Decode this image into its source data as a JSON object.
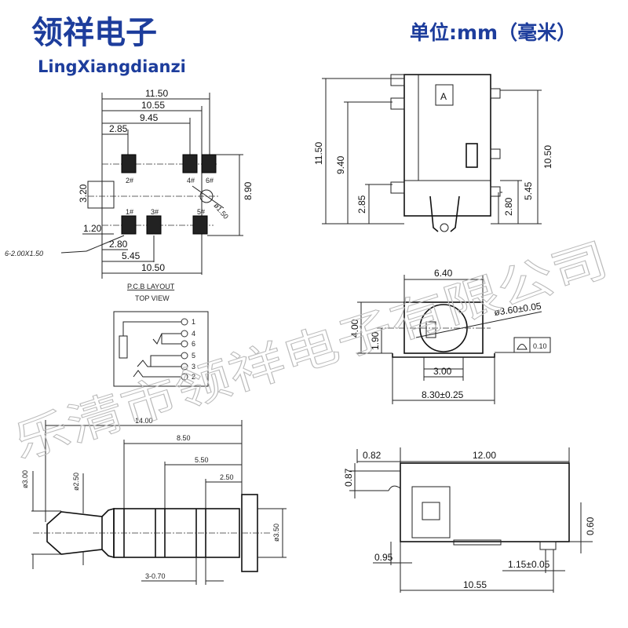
{
  "header": {
    "brand_cn": "领祥电子",
    "brand_en": "LingXiangdianzi",
    "unit": "单位:mm（毫米）"
  },
  "watermark": "乐清市领祥电子有限公司",
  "pcb_layout": {
    "dims": {
      "w1": "11.50",
      "w2": "10.55",
      "w3": "9.45",
      "w4": "2.85",
      "h1": "8.90",
      "h2": "3.20",
      "h3": "1.20",
      "b1": "2.80",
      "b2": "5.45",
      "b3": "10.50",
      "hole": "ø1.50",
      "pad_note": "6-2.00X1.50"
    },
    "pads": [
      "2#",
      "4#",
      "6#",
      "1#",
      "3#",
      "5#"
    ],
    "title": "P.C.B LAYOUT",
    "subtitle": "TOP VIEW"
  },
  "schematic": {
    "pins": [
      "1",
      "4",
      "6",
      "5",
      "3",
      "2"
    ]
  },
  "side_view": {
    "dims": {
      "h_total": "11.50",
      "h_940": "9.40",
      "h_285": "2.85",
      "h_1050": "10.50",
      "h_545": "5.45",
      "h_280": "2.80"
    },
    "marker": "A"
  },
  "front_view": {
    "dims": {
      "top": "6.40",
      "height": "4.00",
      "center": "1.90",
      "diameter": "ø3.60±0.05",
      "bottom_inner": "3.00",
      "bottom": "8.30±0.25",
      "flatness": "0.10"
    }
  },
  "plug": {
    "dims": {
      "len": "14.00",
      "l850": "8.50",
      "l550": "5.50",
      "l250": "2.50",
      "d300": "ø3.00",
      "d250": "ø2.50",
      "d350": "ø3.50",
      "rings": "3-0.70"
    }
  },
  "bottom_view": {
    "dims": {
      "len": "12.00",
      "left": "0.82",
      "h087": "0.87",
      "h060": "0.60",
      "b095": "0.95",
      "b115": "1.15±0.05",
      "b1055": "10.55"
    }
  }
}
